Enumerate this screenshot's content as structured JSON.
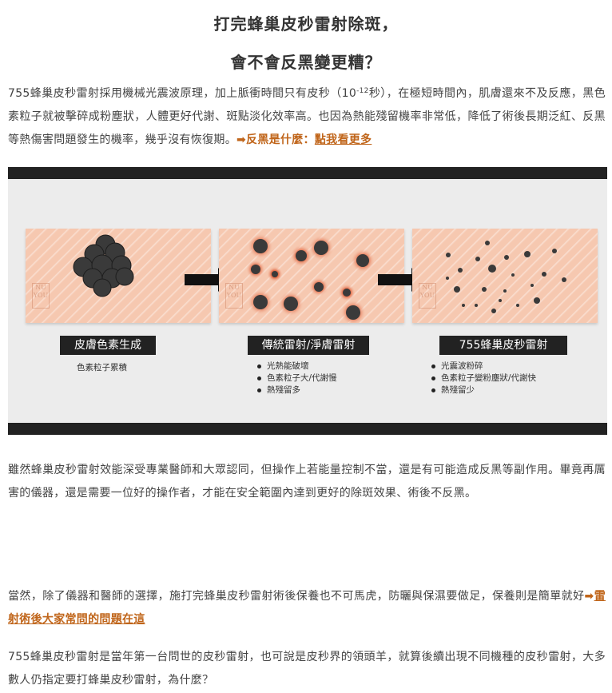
{
  "headline": {
    "line1": "打完蜂巢皮秒雷射除斑，",
    "line2": "會不會反黑變更糟？"
  },
  "intro": {
    "before_sup": "755蜂巢皮秒雷射採用機械光震波原理，加上脈衝時間只有皮秒（10",
    "sup": "-12",
    "after_sup": "秒），在極短時間內，肌膚還來不及反應，黑色素粒子就被擊碎成粉塵狀，人體更好代謝、斑點淡化效率高。也因為熱能殘留機率非常低，降低了術後長期泛紅、反黑等熱傷害問題發生的機率，幾乎沒有恢復期。",
    "arrow": "➡",
    "accent_text": "反黑是什麼：",
    "link_text": "點我看更多"
  },
  "infographic": {
    "watermark": "NU YOU",
    "panels": [
      {
        "label": "皮膚色素生成",
        "desc": "色素粒子累積",
        "notes": []
      },
      {
        "label": "傳統雷射/淨膚雷射",
        "desc": "",
        "notes": [
          "光熱能破壞",
          "色素粒子大/代謝慢",
          "熱殘留多"
        ]
      },
      {
        "label": "755蜂巢皮秒雷射",
        "desc": "",
        "notes": [
          "光震波粉碎",
          "色素粒子變粉塵狀/代謝快",
          "熱殘留少"
        ]
      }
    ],
    "colors": {
      "skin": "#f6c8b0",
      "pigment": "#3a3a3a",
      "heat_glow": "#e0603a",
      "bar": "#222222"
    }
  },
  "para2": {
    "text": "雖然蜂巢皮秒雷射效能深受專業醫師和大眾認同，但操作上若能量控制不當，還是有可能造成反黑等副作用。畢竟再厲害的儀器，還是需要一位好的操作者，才能在安全範圍內達到更好的除斑效果、術後不反黑。"
  },
  "para3": {
    "text": "當然，除了儀器和醫師的選擇，施打完蜂巢皮秒雷射術後保養也不可馬虎，防曬與保濕要做足，保養則是簡單就好",
    "arrow": "➡",
    "link_text": "雷射術後大家常問的問題在這"
  },
  "para4": {
    "text": "755蜂巢皮秒雷射是當年第一台問世的皮秒雷射，也可說是皮秒界的領頭羊，就算後續出現不同機種的皮秒雷射，大多數人仍指定要打蜂巢皮秒雷射，為什麼？"
  }
}
